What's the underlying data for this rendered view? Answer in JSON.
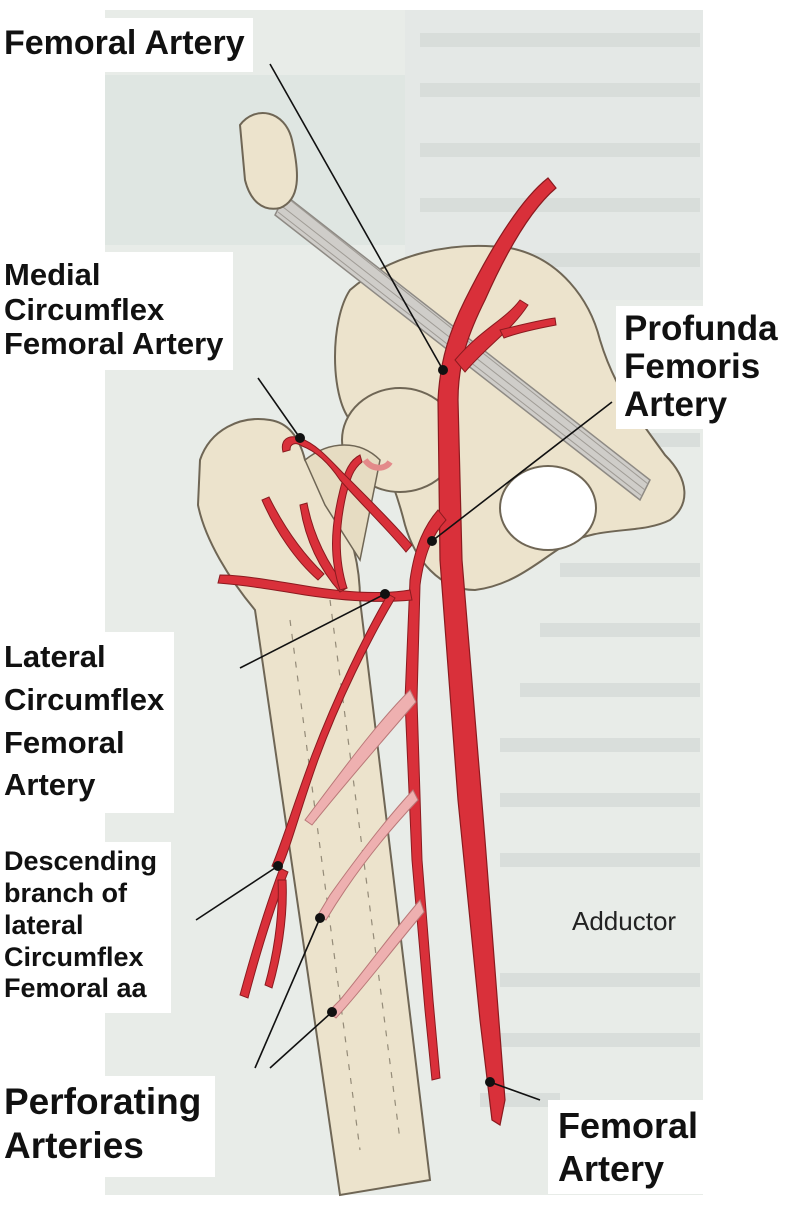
{
  "labels": {
    "femoral_artery_top": "Femoral Artery",
    "medial_circumflex": "Medial\nCircumflex\nFemoral Artery",
    "profunda_femoris": "Profunda\nFemoris\nArtery",
    "lateral_circumflex": "Lateral\nCircumflex\nFemoral\nArtery",
    "descending_branch": "Descending\nbranch of\nlateral\nCircumflex\nFemoral aa",
    "perforating_arteries": "Perforating\nArteries",
    "femoral_artery_bottom": "Femoral\nArtery",
    "adductor": "Adductor"
  },
  "colors": {
    "artery": "#d9303a",
    "artery_pale": "#eeb0b0",
    "bone": "#ece3cc",
    "bone_outline": "#6f6655",
    "ligament": "#c8c6c2",
    "background_page": "#e6ebe6",
    "leader_line": "#111111"
  }
}
